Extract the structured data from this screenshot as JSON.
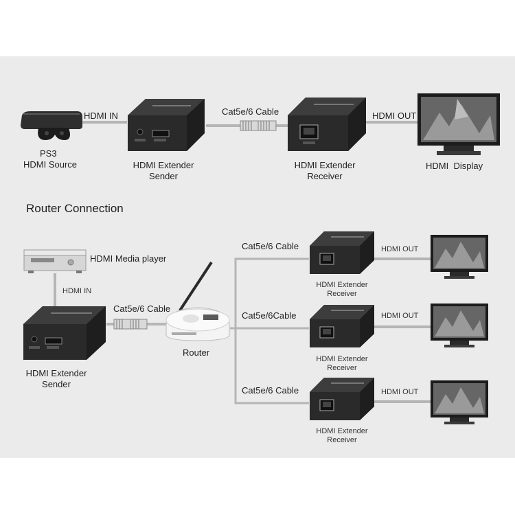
{
  "top": {
    "hdmi_in": "HDMI IN",
    "source_model": "PS3",
    "source": "HDMI Source",
    "sender_line1": "HDMI Extender",
    "sender_line2": "Sender",
    "cable": "Cat5e/6 Cable",
    "receiver_line1": "HDMI Extender",
    "receiver_line2": "Receiver",
    "hdmi_out": "HDMI OUT",
    "display": "HDMI  Display"
  },
  "router_section": {
    "heading": "Router Connection",
    "media_player": "HDMI Media player",
    "hdmi_in": "HDMI IN",
    "cable": "Cat5e/6 Cable",
    "router": "Router",
    "sender_line1": "HDMI Extender",
    "sender_line2": "Sender",
    "branches": [
      {
        "cable": "Cat5e/6 Cable",
        "hdmi_out": "HDMI OUT",
        "receiver_line1": "HDMI Extender",
        "receiver_line2": "Receiver"
      },
      {
        "cable": "Cat5e/6Cable",
        "hdmi_out": "HDMI OUT",
        "receiver_line1": "HDMI Extender",
        "receiver_line2": "Receiver"
      },
      {
        "cable": "Cat5e/6 Cable",
        "hdmi_out": "HDMI OUT",
        "receiver_line1": "HDMI Extender",
        "receiver_line2": "Receiver"
      }
    ]
  },
  "colors": {
    "background": "#ebebeb",
    "device": "#2b2b2b",
    "cable": "#b8b8b8",
    "screen": "#5d5d5d"
  }
}
